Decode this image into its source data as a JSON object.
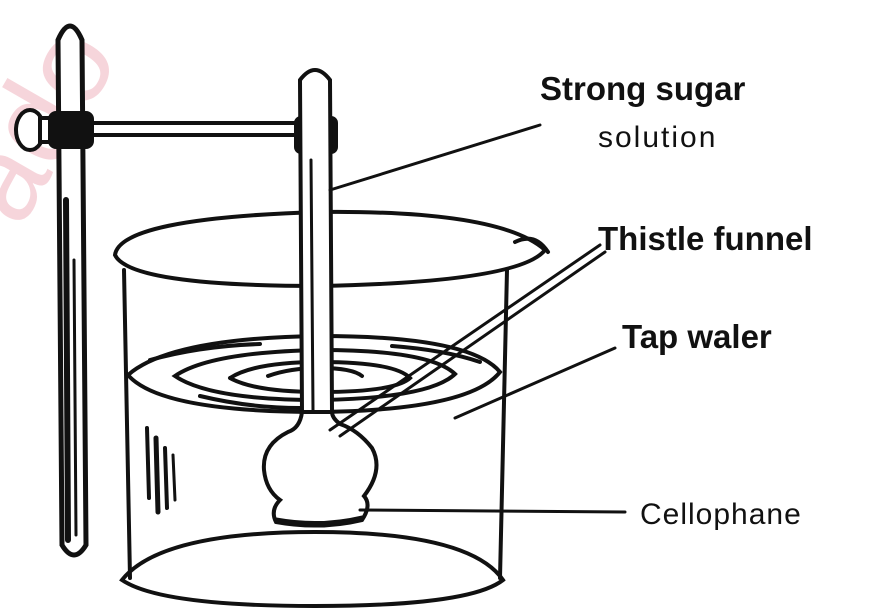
{
  "labels": {
    "strong_sugar": "Strong sugar",
    "solution": "solution",
    "thistle_funnel": "Thistle funnel",
    "tap_water": "Tap waler",
    "cellophane": "Cellophane"
  },
  "colors": {
    "ink": "#111111",
    "watermark": "#d21f3c"
  }
}
